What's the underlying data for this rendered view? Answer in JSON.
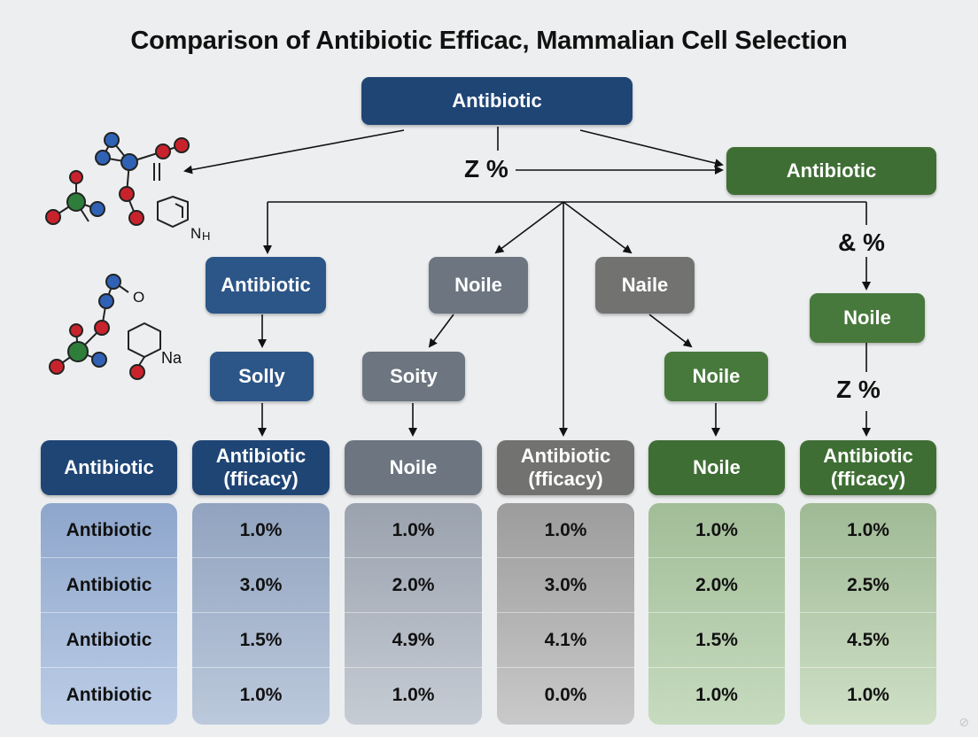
{
  "title": "Comparison of Antibiotic Efficac, Mammalian Cell Selection",
  "flow": {
    "top": "Antibiotic",
    "right_node": "Antibiotic",
    "pct_center": "Z %",
    "pct_right_top": "& %",
    "pct_right_mid": "Z %",
    "level2": [
      "Antibiotic",
      "Noile",
      "Naile",
      "Noile"
    ],
    "level3": [
      "Solly",
      "Soity",
      "Noile"
    ],
    "molecule_labels": [
      "N",
      "H",
      "O",
      "Na"
    ]
  },
  "table": {
    "headers": [
      "Antibiotic",
      "Antibiotic (fficacy)",
      "Noile",
      "Antibiotic (fficacy)",
      "Noile",
      "Antibiotic (fficacy)"
    ],
    "row_labels": [
      "Antibiotic",
      "Antibiotic",
      "Antibiotic",
      "Antibiotic"
    ],
    "columns": [
      [
        "1.0%",
        "3.0%",
        "1.5%",
        "1.0%"
      ],
      [
        "1.0%",
        "2.0%",
        "4.9%",
        "1.0%"
      ],
      [
        "1.0%",
        "3.0%",
        "4.1%",
        "0.0%"
      ],
      [
        "1.0%",
        "2.0%",
        "1.5%",
        "1.0%"
      ],
      [
        "1.0%",
        "2.5%",
        "4.5%",
        "1.0%"
      ]
    ]
  },
  "colors": {
    "blue": "#1f4575",
    "grey": "#6c7580",
    "green": "#3f6e34",
    "atom_red": "#c8232c",
    "atom_blue": "#2f62b5",
    "atom_green": "#2f7d3b"
  }
}
